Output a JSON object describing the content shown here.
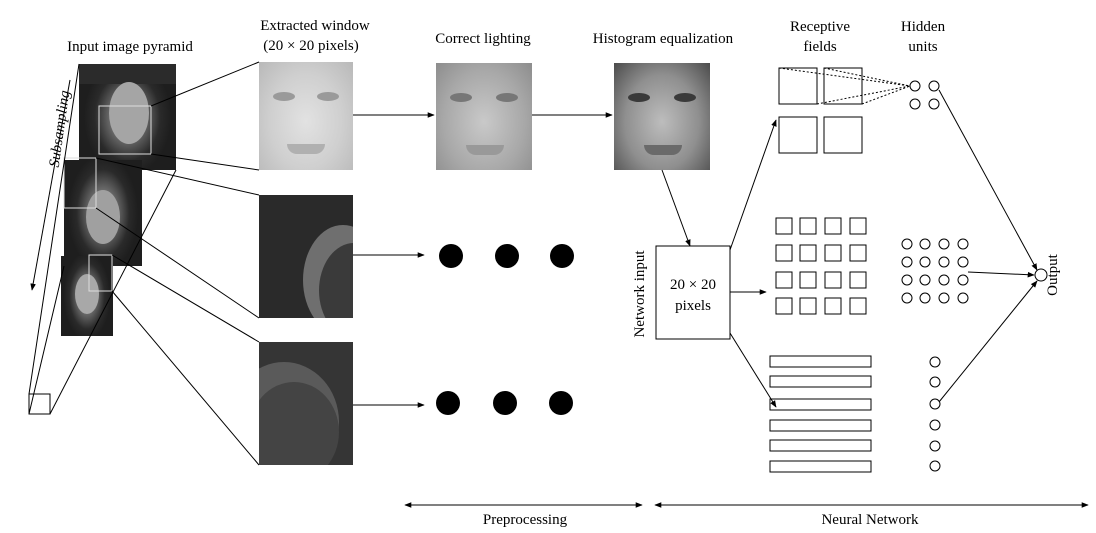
{
  "labels": {
    "input_pyramid": "Input image pyramid",
    "subsampling": "Subsampling",
    "extracted_window_l1": "Extracted window",
    "extracted_window_l2": "(20 × 20 pixels)",
    "correct_lighting": "Correct lighting",
    "histogram_equalization": "Histogram equalization",
    "receptive_fields_l1": "Receptive",
    "receptive_fields_l2": "fields",
    "hidden_units_l1": "Hidden",
    "hidden_units_l2": "units",
    "network_input": "Network input",
    "input_box_l1": "20 × 20",
    "input_box_l2": "pixels",
    "output": "Output",
    "preprocessing": "Preprocessing",
    "neural_network": "Neural Network"
  },
  "colors": {
    "line": "#000000",
    "background": "#ffffff"
  }
}
